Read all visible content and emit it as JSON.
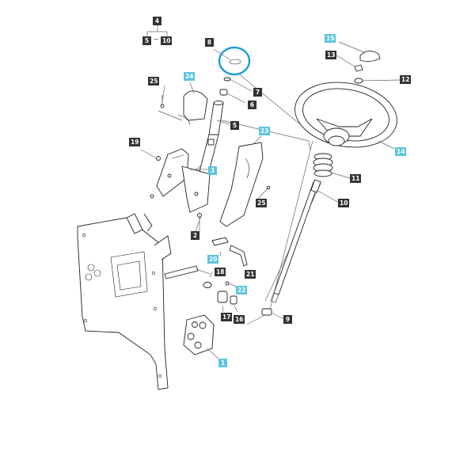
{
  "diagram": {
    "callouts": [
      {
        "id": "c4",
        "label": "4",
        "style": "dark"
      },
      {
        "id": "c5a",
        "label": "5",
        "style": "dark"
      },
      {
        "id": "c10a",
        "label": "10",
        "style": "dark"
      },
      {
        "id": "c8",
        "label": "8",
        "style": "dark"
      },
      {
        "id": "c7",
        "label": "7",
        "style": "dark"
      },
      {
        "id": "c6",
        "label": "6",
        "style": "dark"
      },
      {
        "id": "c5",
        "label": "5",
        "style": "dark"
      },
      {
        "id": "c25a",
        "label": "25",
        "style": "dark"
      },
      {
        "id": "c24",
        "label": "24",
        "style": "cyan"
      },
      {
        "id": "c23",
        "label": "23",
        "style": "cyan"
      },
      {
        "id": "c19",
        "label": "19",
        "style": "dark"
      },
      {
        "id": "c3",
        "label": "3",
        "style": "cyan"
      },
      {
        "id": "c25b",
        "label": "25",
        "style": "dark"
      },
      {
        "id": "c2",
        "label": "2",
        "style": "dark"
      },
      {
        "id": "c20",
        "label": "20",
        "style": "cyan"
      },
      {
        "id": "c18",
        "label": "18",
        "style": "dark"
      },
      {
        "id": "c21",
        "label": "21",
        "style": "dark"
      },
      {
        "id": "c22",
        "label": "22",
        "style": "cyan"
      },
      {
        "id": "c17",
        "label": "17",
        "style": "dark"
      },
      {
        "id": "c16",
        "label": "16",
        "style": "dark"
      },
      {
        "id": "c9",
        "label": "9",
        "style": "dark"
      },
      {
        "id": "c1",
        "label": "1",
        "style": "cyan"
      },
      {
        "id": "c15",
        "label": "15",
        "style": "cyan"
      },
      {
        "id": "c13",
        "label": "13",
        "style": "dark"
      },
      {
        "id": "c12",
        "label": "12",
        "style": "dark"
      },
      {
        "id": "c14",
        "label": "14",
        "style": "cyan"
      },
      {
        "id": "c11",
        "label": "11",
        "style": "dark"
      },
      {
        "id": "c10",
        "label": "10",
        "style": "dark"
      }
    ],
    "range_separator": "~"
  },
  "colors": {
    "callout_dark": "#333333",
    "callout_cyan": "#5bc5e0",
    "highlight_ring": "#1e9bd7"
  }
}
